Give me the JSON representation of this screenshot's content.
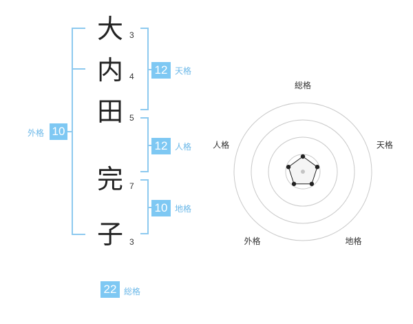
{
  "name": {
    "chars": [
      {
        "char": "大",
        "strokes": "3"
      },
      {
        "char": "内",
        "strokes": "4"
      },
      {
        "char": "田",
        "strokes": "5"
      },
      {
        "char": "完",
        "strokes": "7"
      },
      {
        "char": "子",
        "strokes": "3"
      }
    ]
  },
  "scores": {
    "tenkaku": {
      "value": "12",
      "label": "天格"
    },
    "jinkaku": {
      "value": "12",
      "label": "人格"
    },
    "chikaku": {
      "value": "10",
      "label": "地格"
    },
    "gaikaku": {
      "value": "10",
      "label": "外格"
    },
    "soukaku": {
      "value": "22",
      "label": "総格"
    }
  },
  "chart_data": {
    "type": "radar",
    "axes": [
      "総格",
      "天格",
      "地格",
      "外格",
      "人格"
    ],
    "values": [
      0.22,
      0.22,
      0.22,
      0.22,
      0.22
    ],
    "rings": 4,
    "max": 1
  },
  "colors": {
    "accent": "#7ec8f3",
    "bracket": "#8cc9ef",
    "label": "#6cb8e8"
  }
}
